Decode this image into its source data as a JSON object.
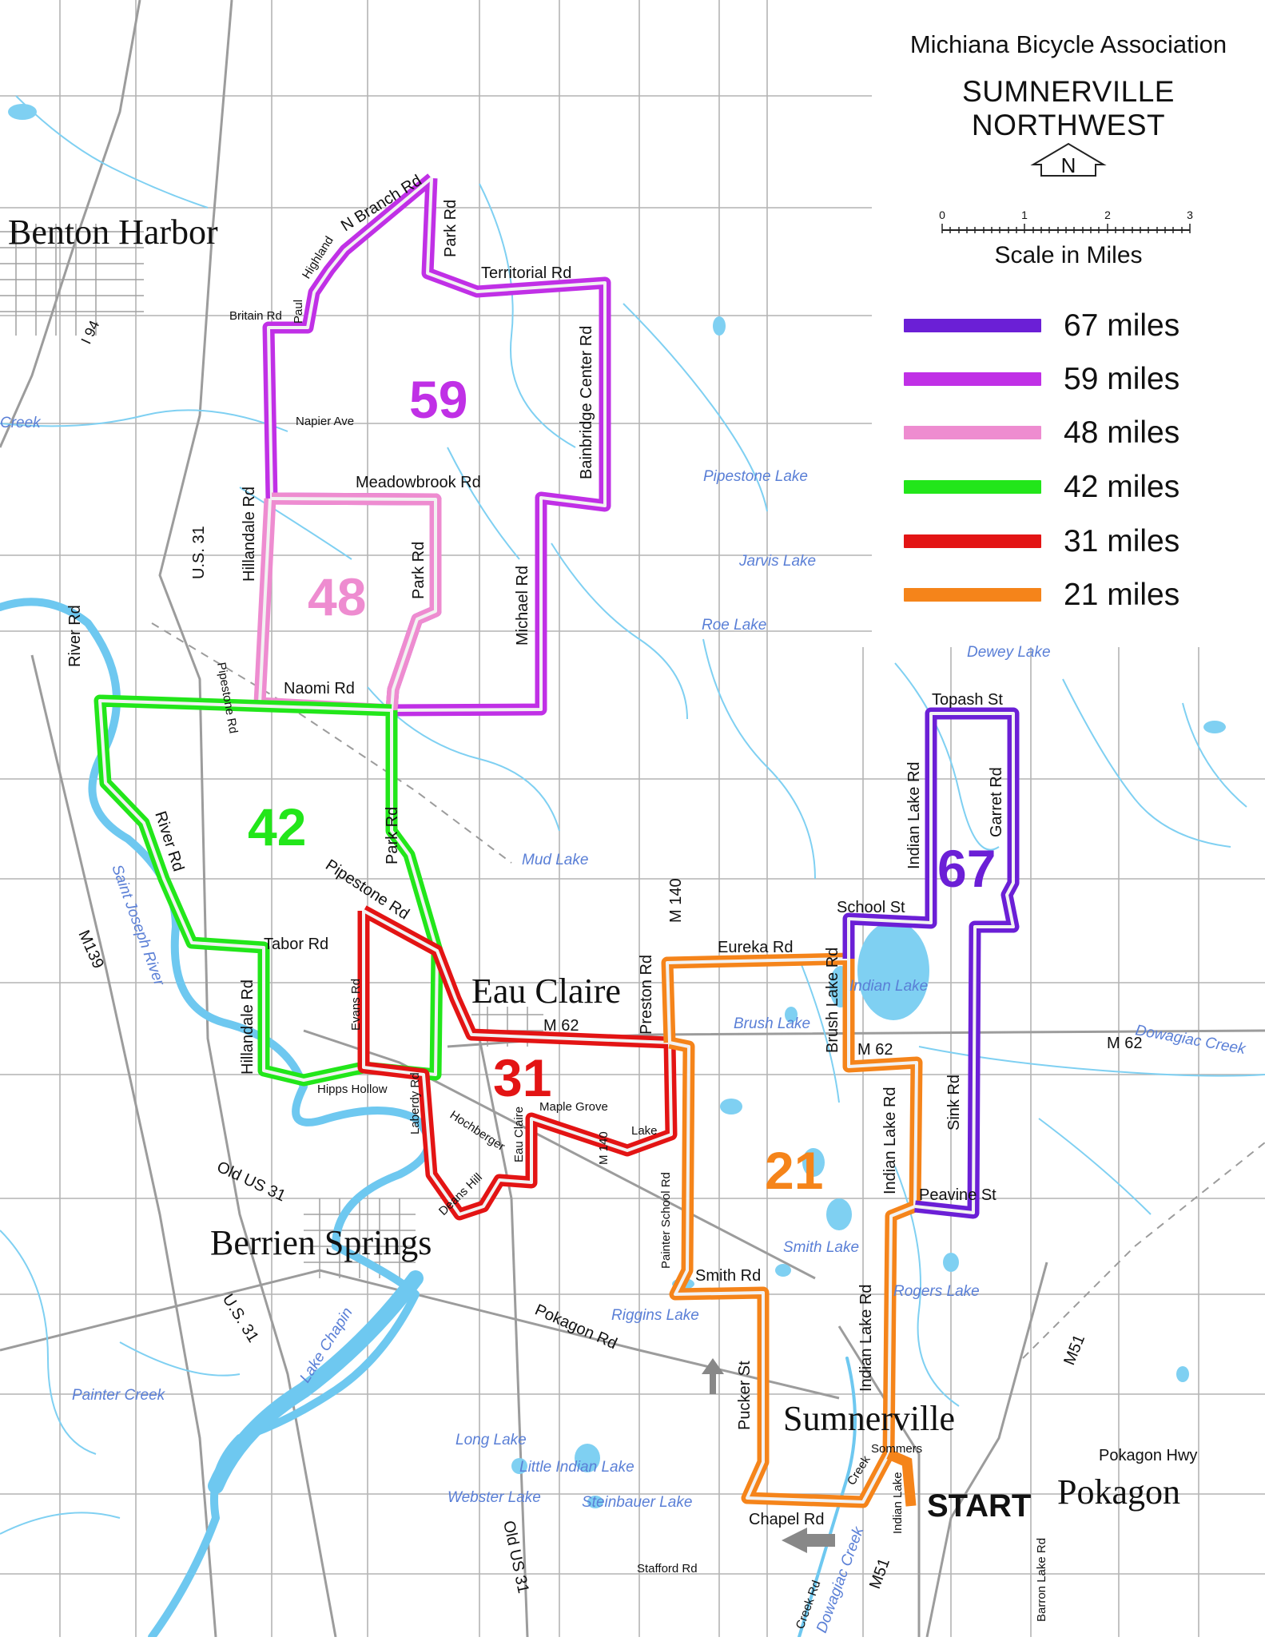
{
  "legend": {
    "org": "Michiana Bicycle Association",
    "route_name": "SUMNERVILLE NORTHWEST",
    "north_label": "N",
    "scale_ticks": [
      "0",
      "1",
      "2",
      "3"
    ],
    "scale_label": "Scale in Miles",
    "routes": [
      {
        "label": "67 miles",
        "color": "#6b1fd6"
      },
      {
        "label": "59 miles",
        "color": "#c030e6"
      },
      {
        "label": "48 miles",
        "color": "#ee8cd0"
      },
      {
        "label": "42 miles",
        "color": "#22e61a"
      },
      {
        "label": "31 miles",
        "color": "#e31414"
      },
      {
        "label": "21 miles",
        "color": "#f5841a"
      }
    ]
  },
  "route_numbers": [
    "67",
    "59",
    "48",
    "42",
    "31",
    "21"
  ],
  "towns": {
    "benton_harbor": "Benton Harbor",
    "eau_claire": "Eau Claire",
    "berrien_springs": "Berrien Springs",
    "sumnerville": "Sumnerville",
    "pokagon": "Pokagon"
  },
  "start_label": "START",
  "roads": {
    "n_branch": "N Branch Rd",
    "park_top": "Park Rd",
    "highland": "Highland",
    "paul": "Paul",
    "territorial": "Territorial Rd",
    "britain": "Britain Rd",
    "i94": "I 94",
    "bainbridge": "Bainbridge Center Rd",
    "napier": "Napier Ave",
    "meadowbrook": "Meadowbrook Rd",
    "hillandale_top": "Hillandale Rd",
    "us31_top": "U.S. 31",
    "park_48": "Park Rd",
    "michael": "Michael Rd",
    "river_top": "River Rd",
    "pipestone_rd": "Pipestone Rd",
    "naomi": "Naomi Rd",
    "topash": "Topash St",
    "indian_lake_top": "Indian Lake Rd",
    "garret": "Garret Rd",
    "river_mid": "River Rd",
    "park_42": "Park Rd",
    "pipestone_diag": "Pipestone Rd",
    "m140_top": "M 140",
    "school": "School St",
    "m139": "M139",
    "tabor": "Tabor Rd",
    "eureka": "Eureka Rd",
    "evans": "Evans Rd",
    "preston": "Preston Rd",
    "brush_lake_rd": "Brush Lake Rd",
    "hillandale_bottom": "Hillandale Rd",
    "m62_center": "M 62",
    "m62_indian": "M 62",
    "m62_east": "M 62",
    "hipps": "Hipps Hollow",
    "laberdy": "Laberdy Rd",
    "maple_grove": "Maple Grove",
    "lake": "Lake",
    "m140_bottom": "M 140",
    "hochberger": "Hochberger",
    "eau_claire_rd": "Eau Claire",
    "sink": "Sink Rd",
    "indian_lake_mid": "Indian Lake Rd",
    "old_us31_top": "Old US 31",
    "deans_hill": "Deans Hill",
    "painter_school": "Painter School Rd",
    "peavine": "Peavine St",
    "smith_rd": "Smith Rd",
    "us31_bottom": "U.S. 31",
    "pokagon_rd": "Pokagon Rd",
    "indian_lake_bottom": "Indian Lake Rd",
    "m51_east": "M51",
    "pucker": "Pucker St",
    "sommers": "Sommers",
    "pokagon_hwy": "Pokagon Hwy",
    "creek": "Creek",
    "indian_lake_short": "Indian Lake",
    "chapel": "Chapel Rd",
    "old_us31_bottom": "Old US 31",
    "stafford": "Stafford Rd",
    "creek_rd": "Creek Rd",
    "m51_bottom": "M51",
    "barron_lake_rd": "Barron Lake Rd"
  },
  "water": {
    "creek_left": "Creek",
    "pipestone_lake": "Pipestone Lake",
    "jarvis_lake": "Jarvis Lake",
    "roe_lake": "Roe Lake",
    "dewey_lake": "Dewey Lake",
    "mud_lake": "Mud Lake",
    "saint_joseph": "Saint Joseph River",
    "indian_lake": "Indian Lake",
    "brush_lake": "Brush Lake",
    "dowagiac_creek_east": "Dowagiac Creek",
    "smith_lake": "Smith Lake",
    "rogers_lake": "Rogers Lake",
    "riggins_lake": "Riggins Lake",
    "lake_chapin": "Lake Chapin",
    "painter_creek": "Painter Creek",
    "long_lake": "Long Lake",
    "little_indian_lake": "Little Indian Lake",
    "webster_lake": "Webster Lake",
    "steinbauer_lake": "Steinbauer Lake",
    "dowagiac_creek_bottom": "Dowagiac Creek"
  }
}
